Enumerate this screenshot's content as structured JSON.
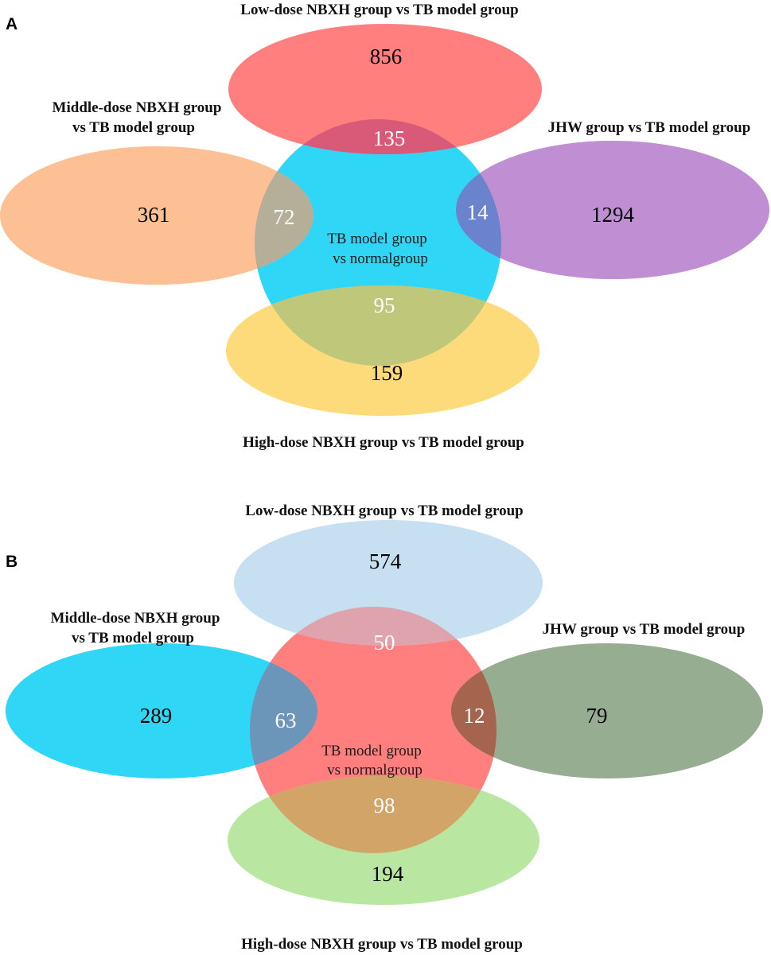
{
  "panels": [
    {
      "letter": "A",
      "sets": {
        "top": {
          "label": "Low-dose NBXH group vs TB model group",
          "color": "#ff7f7f"
        },
        "left": {
          "label_line1": "Middle-dose NBXH group",
          "label_line2": "vs TB model group",
          "color": "#fdc095"
        },
        "right": {
          "label": "JHW group vs TB model group",
          "color": "#c08fd3"
        },
        "bottom": {
          "label": "High-dose NBXH group vs TB model group",
          "color": "#fddb7a"
        },
        "center": {
          "label_line1": "TB model group",
          "label_line2": "vs normalgroup",
          "color": "#2fd6f5"
        }
      },
      "counts": {
        "top_only": "856",
        "left_only": "361",
        "right_only": "1294",
        "bottom_only": "159",
        "top_center": "135",
        "left_center": "72",
        "right_center": "14",
        "bottom_center": "95"
      }
    },
    {
      "letter": "B",
      "sets": {
        "top": {
          "label": "Low-dose NBXH group vs TB model group",
          "color": "#c6e0f2"
        },
        "left": {
          "label_line1": "Middle-dose NBXH group",
          "label_line2": "vs TB model group",
          "color": "#2fd6f5"
        },
        "right": {
          "label": "JHW group vs TB model group",
          "color": "#97ad91"
        },
        "bottom": {
          "label": "High-dose NBXH group vs TB model group",
          "color": "#b9e6a1"
        },
        "center": {
          "label_line1": "TB model group",
          "label_line2": "vs normalgroup",
          "color": "#ff7f7f"
        }
      },
      "counts": {
        "top_only": "574",
        "left_only": "289",
        "right_only": "79",
        "bottom_only": "194",
        "top_center": "50",
        "left_center": "63",
        "right_center": "12",
        "bottom_center": "98"
      }
    }
  ]
}
